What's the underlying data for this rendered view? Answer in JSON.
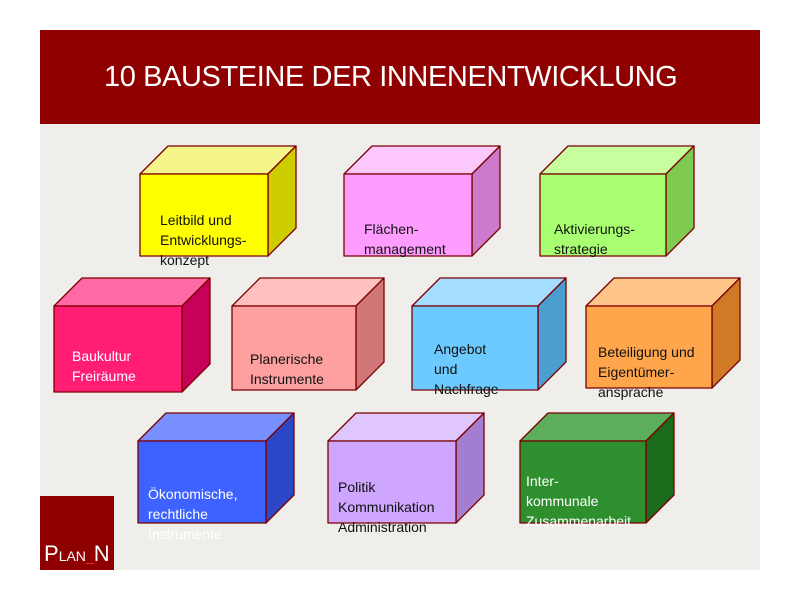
{
  "title": "10 BAUSTEINE DER INNENENTWICKLUNG",
  "blocks": [
    {
      "lines": [
        "Leitbild und",
        "Entwicklungs-",
        "konzept"
      ],
      "front": "#ffff00",
      "top": "#f5f58a",
      "side": "#cdcd00",
      "text_color": "#111111",
      "icon": "cube-icon"
    },
    {
      "lines": [
        "Flächen-",
        "management"
      ],
      "front": "#ff9cff",
      "top": "#fcc8fc",
      "side": "#cc7acc",
      "text_color": "#111111",
      "icon": "cube-icon"
    },
    {
      "lines": [
        "Aktivierungs-",
        "strategie"
      ],
      "front": "#a8ff72",
      "top": "#c8ff9e",
      "side": "#7ecb50",
      "text_color": "#111111",
      "icon": "cube-icon"
    },
    {
      "lines": [
        "Baukultur",
        "Freiräume"
      ],
      "front": "#ff1e74",
      "top": "#ff6aa6",
      "side": "#c8005a",
      "text_color": "#ffffff",
      "icon": "cube-icon"
    },
    {
      "lines": [
        "Planerische",
        "Instrumente"
      ],
      "front": "#ffa0a0",
      "top": "#ffc0c0",
      "side": "#d07878",
      "text_color": "#111111",
      "icon": "cube-icon"
    },
    {
      "lines": [
        "Angebot",
        "und",
        "Nachfrage"
      ],
      "front": "#6ccaff",
      "top": "#a4ddff",
      "side": "#4a9fd0",
      "text_color": "#111111",
      "icon": "cube-icon"
    },
    {
      "lines": [
        "Beteiligung und",
        "Eigentümer-",
        "ansprache"
      ],
      "front": "#ffa64c",
      "top": "#ffc488",
      "side": "#d07a28",
      "text_color": "#111111",
      "icon": "cube-icon"
    },
    {
      "lines": [
        "Ökonomische,",
        "rechtliche",
        "Instrumente"
      ],
      "front": "#3e62ff",
      "top": "#7890ff",
      "side": "#2c46c8",
      "text_color": "#ffffff",
      "icon": "cube-icon"
    },
    {
      "lines": [
        "Politik",
        "Kommunikation",
        "Administration"
      ],
      "front": "#cfa6ff",
      "top": "#e0c6ff",
      "side": "#a37ed0",
      "text_color": "#111111",
      "icon": "cube-icon"
    },
    {
      "lines": [
        "Inter-",
        "kommunale",
        "Zusammenarbeit"
      ],
      "front": "#2e8f2e",
      "top": "#5cae5c",
      "side": "#1d6b1d",
      "text_color": "#ffffff",
      "icon": "cube-icon"
    }
  ],
  "logo": {
    "p": "P",
    "lan": "LAN",
    "sep": "_",
    "n": "N",
    "icon": "plan-n-logo"
  },
  "colors": {
    "header": "#8f0000",
    "background": "#efeeea",
    "logo_accent": "#ff2a2a"
  }
}
